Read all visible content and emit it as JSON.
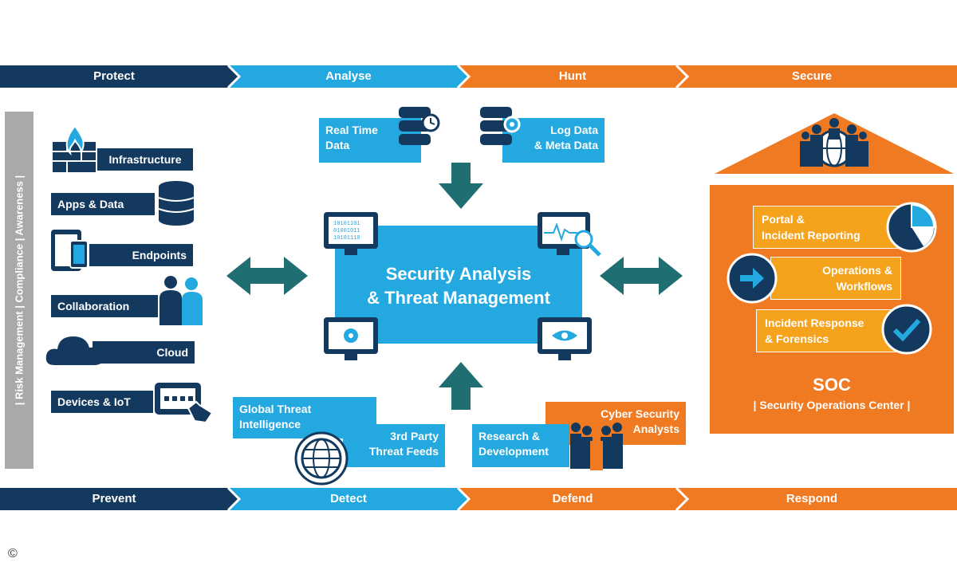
{
  "top_bar": [
    "Protect",
    "Analyse",
    "Hunt",
    "Secure"
  ],
  "bottom_bar": [
    "Prevent",
    "Detect",
    "Defend",
    "Respond"
  ],
  "side_label": "| Risk Management | Compliance | Awareness |",
  "protect_items": [
    {
      "label": "Infrastructure",
      "icon": "firewall-icon"
    },
    {
      "label": "Apps & Data",
      "icon": "database-icon"
    },
    {
      "label": "Endpoints",
      "icon": "tablet-phone-icon"
    },
    {
      "label": "Collaboration",
      "icon": "people-icon"
    },
    {
      "label": "Cloud",
      "icon": "cloud-icon"
    },
    {
      "label": "Devices & IoT",
      "icon": "device-touch-icon"
    }
  ],
  "inputs": {
    "real_time": [
      "Real Time",
      "Data"
    ],
    "log_data": [
      "Log Data",
      "& Meta Data"
    ],
    "global_threat": [
      "Global Threat",
      "Intelligence"
    ],
    "third_party": [
      "3rd Party",
      "Threat Feeds"
    ],
    "research": [
      "Research &",
      "Development"
    ],
    "cyber_analysts": [
      "Cyber Security",
      "Analysts"
    ]
  },
  "center": [
    "Security Analysis",
    "& Threat Management"
  ],
  "center_icons": [
    "binary-monitor-icon",
    "waveform-monitor-icon",
    "biohazard-monitor-icon",
    "eye-monitor-icon"
  ],
  "soc": {
    "items": [
      [
        "Portal &",
        "Incident Reporting"
      ],
      [
        "Operations &",
        "Workflows"
      ],
      [
        "Incident Response",
        "& Forensics"
      ]
    ],
    "title": "SOC",
    "subtitle": "| Security Operations Center |"
  },
  "copyright": "©",
  "colors": {
    "navy": "#13395e",
    "blue": "#24a8e0",
    "orange": "#f07a22",
    "gold": "#f5a31c",
    "teal": "#1f6e72",
    "grey": "#a9a9a9"
  }
}
